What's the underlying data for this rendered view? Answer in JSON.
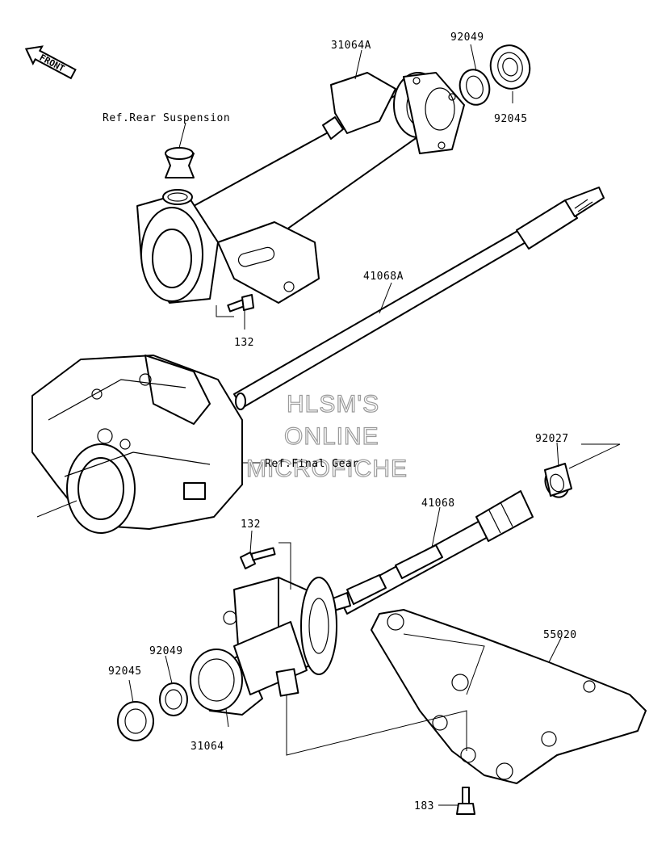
{
  "front_badge": "FRONT",
  "refs": {
    "rear_suspension": "Ref.Rear Suspension",
    "final_gear": "Ref.Final Gear"
  },
  "parts": {
    "p31064A": "31064A",
    "p92049_top": "92049",
    "p92045_top": "92045",
    "p41068A": "41068A",
    "p132_top": "132",
    "p92027": "92027",
    "p41068": "41068",
    "p132_mid": "132",
    "p55020": "55020",
    "p92049_bottom": "92049",
    "p92045_bottom": "92045",
    "p31064": "31064",
    "p183": "183"
  },
  "watermark": {
    "line1": "HLSM'S",
    "line2": "ONLINE",
    "line3": "MICROFICHE"
  }
}
